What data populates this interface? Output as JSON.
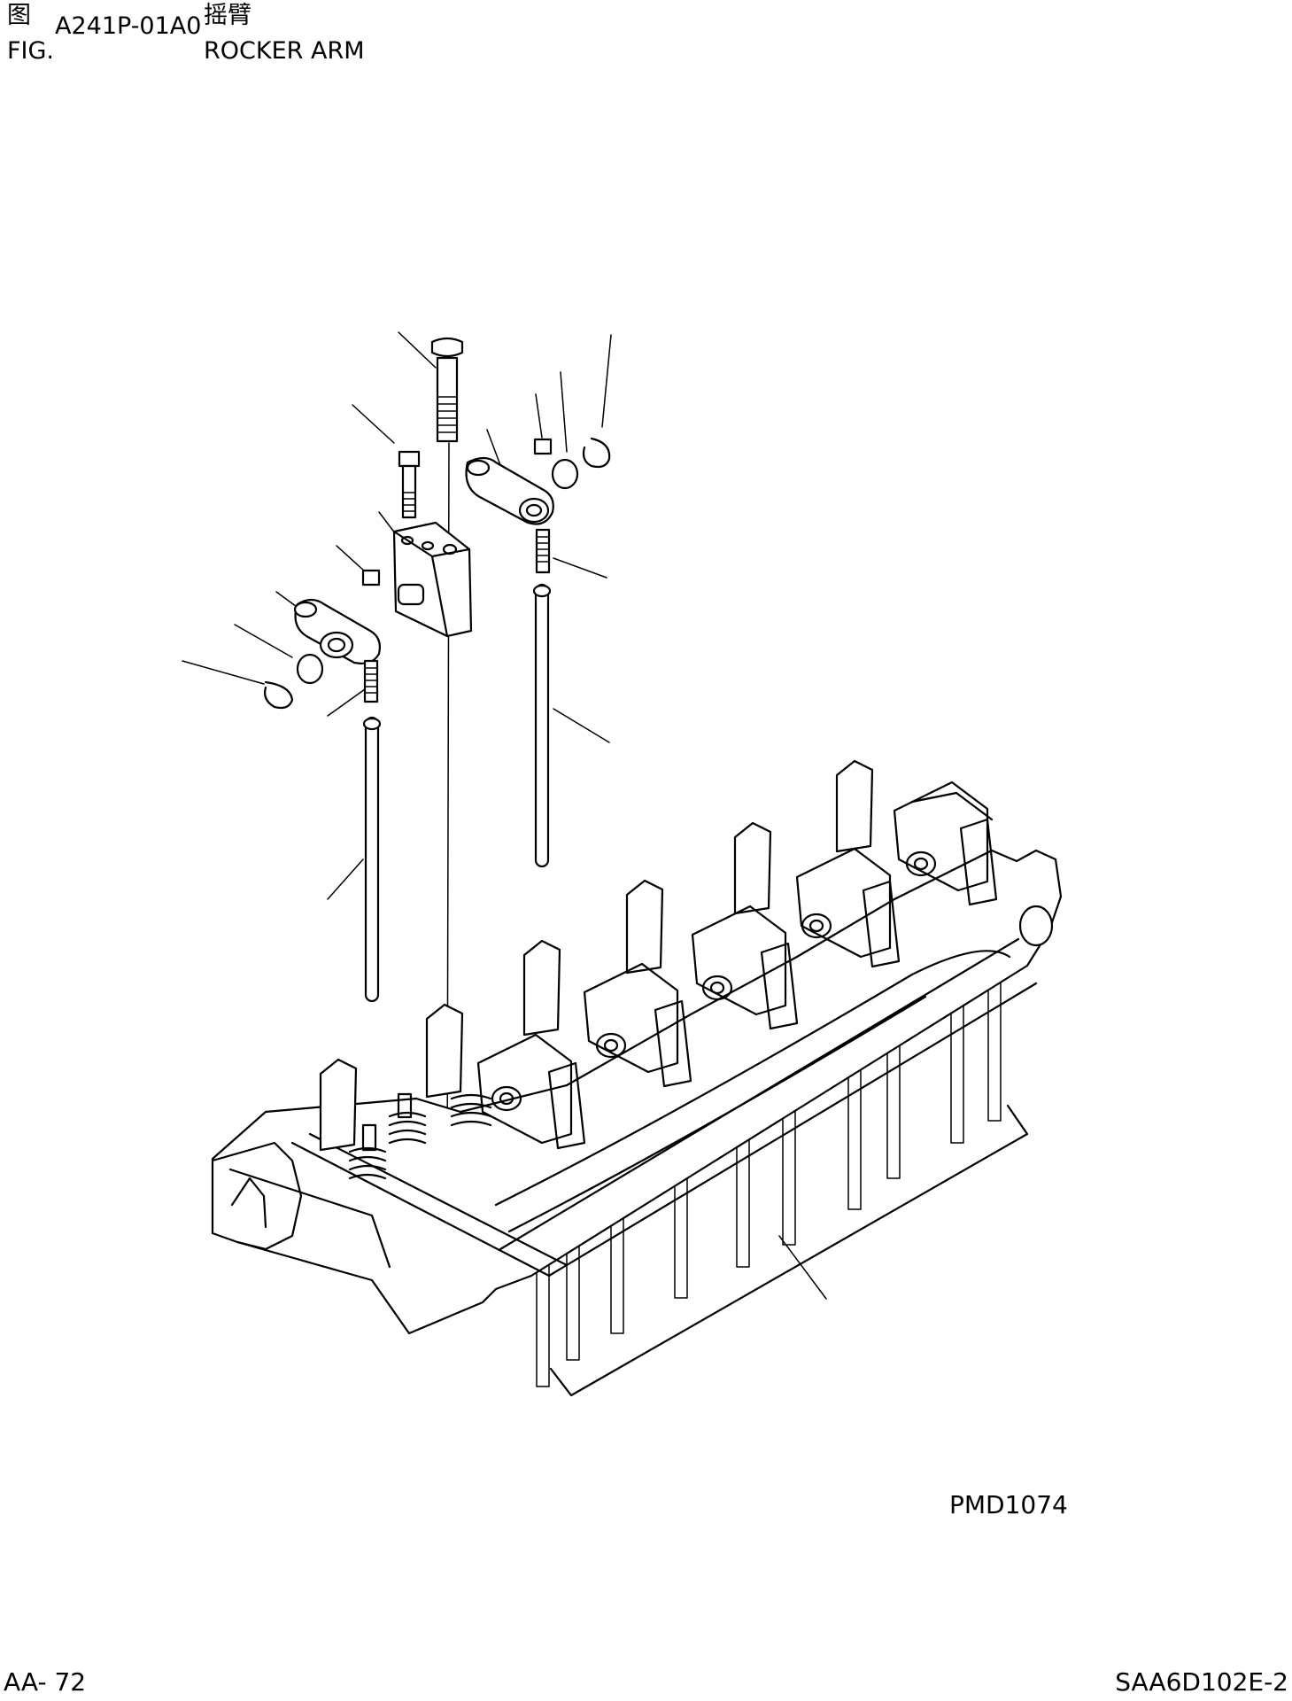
{
  "header": {
    "fig_symbol": "图",
    "fig_code": "A241P-01A0",
    "title_cn": "摇臂",
    "fig_label": "FIG.",
    "title_en": "ROCKER ARM"
  },
  "drawing": {
    "ref_code": "PMD1074"
  },
  "footer": {
    "page": "AA- 72",
    "doc_code": "SAA6D102E-2"
  }
}
